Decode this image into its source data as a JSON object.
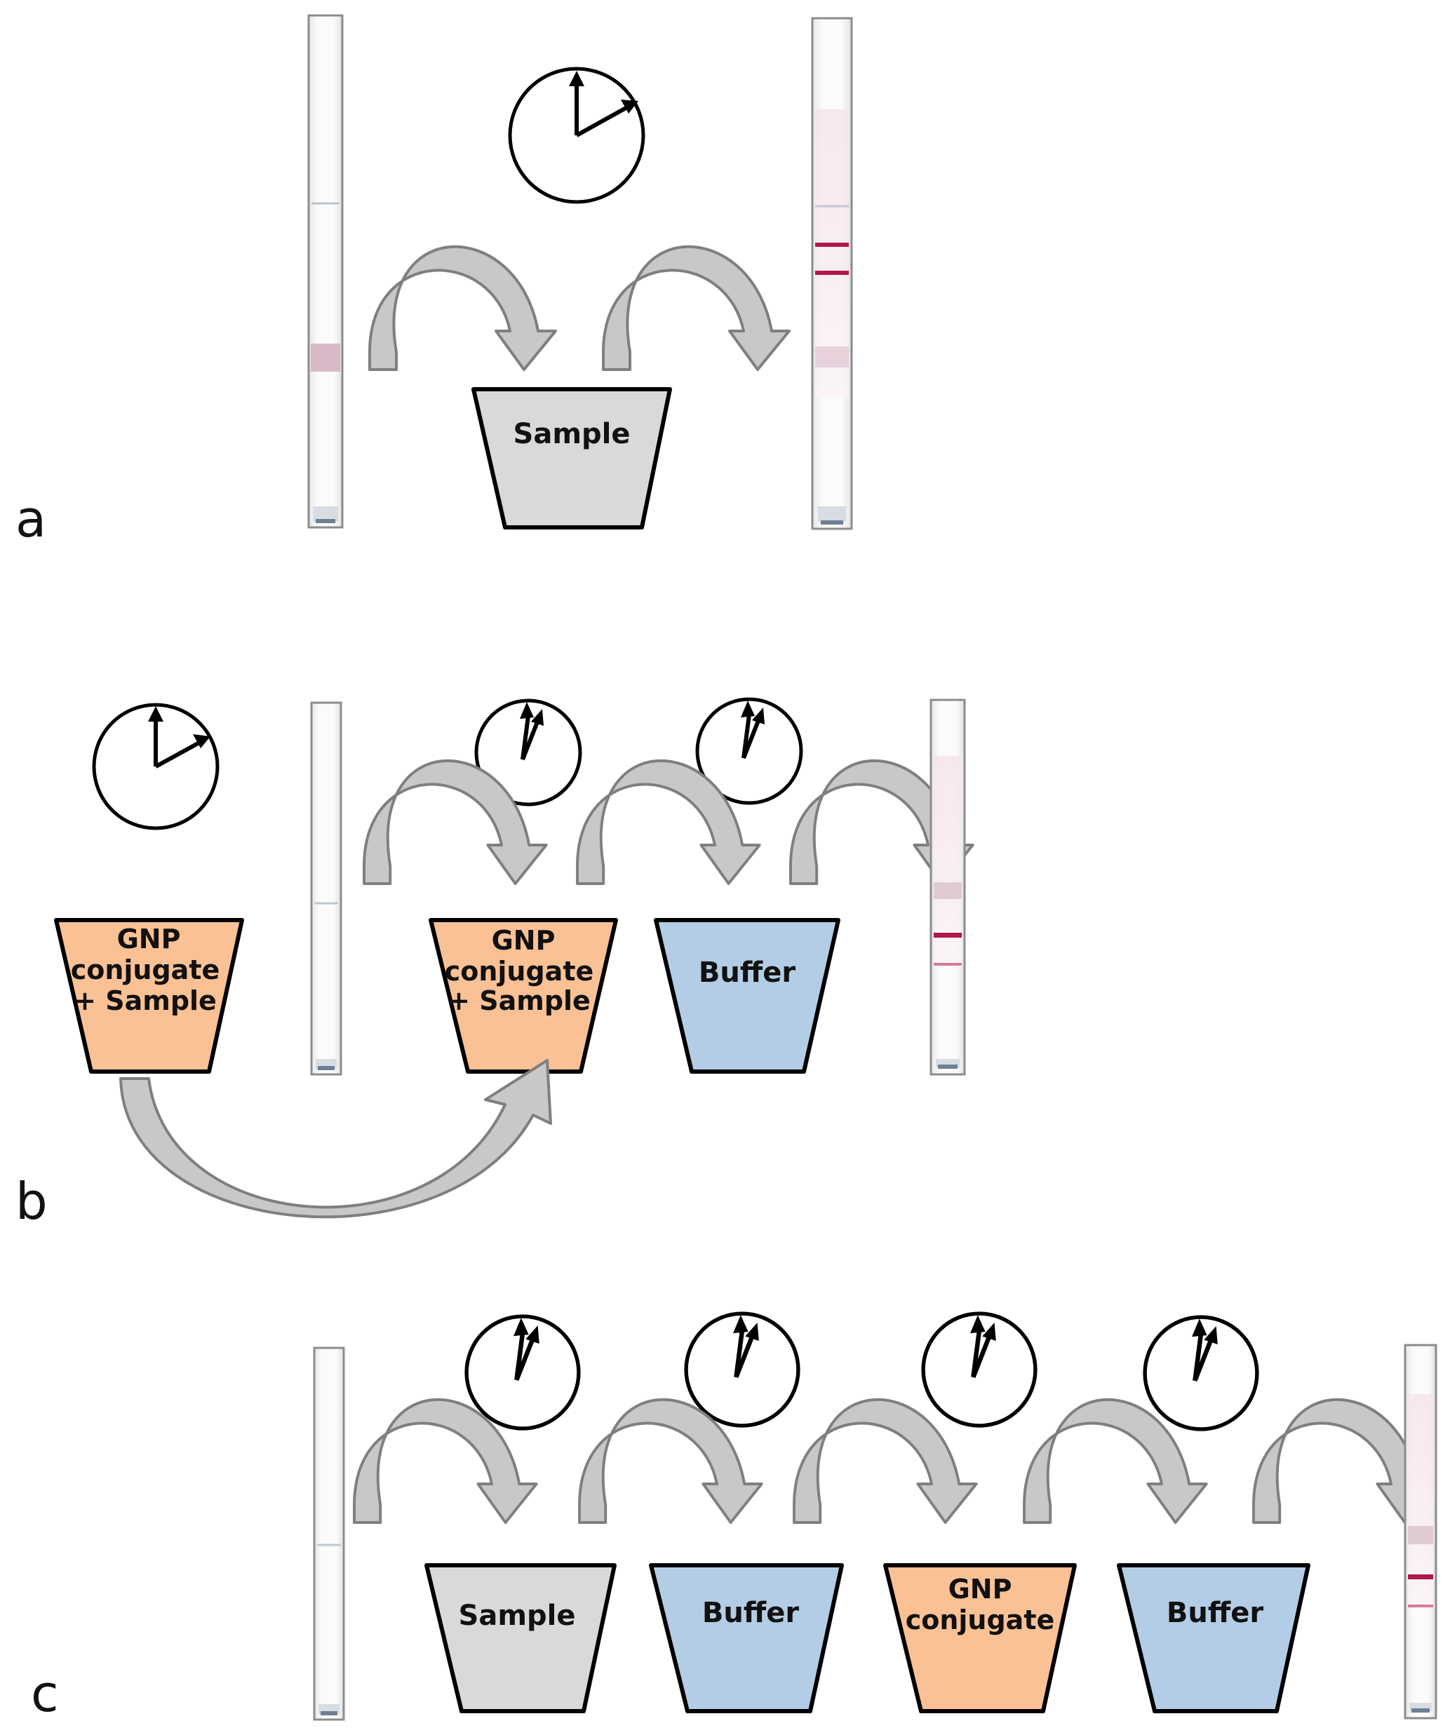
{
  "panels": [
    {
      "label": "a"
    },
    {
      "label": "b"
    },
    {
      "label": "c"
    }
  ],
  "cups": {
    "a_sample": {
      "lines": [
        "Sample"
      ]
    },
    "b_mix_1": {
      "lines": [
        "GNP",
        "conjugate",
        "+ Sample"
      ]
    },
    "b_mix_2": {
      "lines": [
        "GNP",
        "conjugate",
        "+ Sample"
      ]
    },
    "b_buffer": {
      "lines": [
        "Buffer"
      ]
    },
    "c_sample": {
      "lines": [
        "Sample"
      ]
    },
    "c_buffer_1": {
      "lines": [
        "Buffer"
      ]
    },
    "c_gnp": {
      "lines": [
        "GNP",
        "conjugate"
      ]
    },
    "c_buffer_2": {
      "lines": [
        "Buffer"
      ]
    }
  },
  "colors": {
    "sample_fill": "#d9d9d9",
    "buffer_fill": "#b4cde6",
    "conjugate_fill": "#fac195",
    "arrow_fill": "#c8c8c8",
    "arrow_stroke": "#7f7f7f",
    "strip_line": "#b0184a"
  },
  "icons": [
    "clock-icon",
    "curved-arrow-icon",
    "test-strip-icon"
  ]
}
